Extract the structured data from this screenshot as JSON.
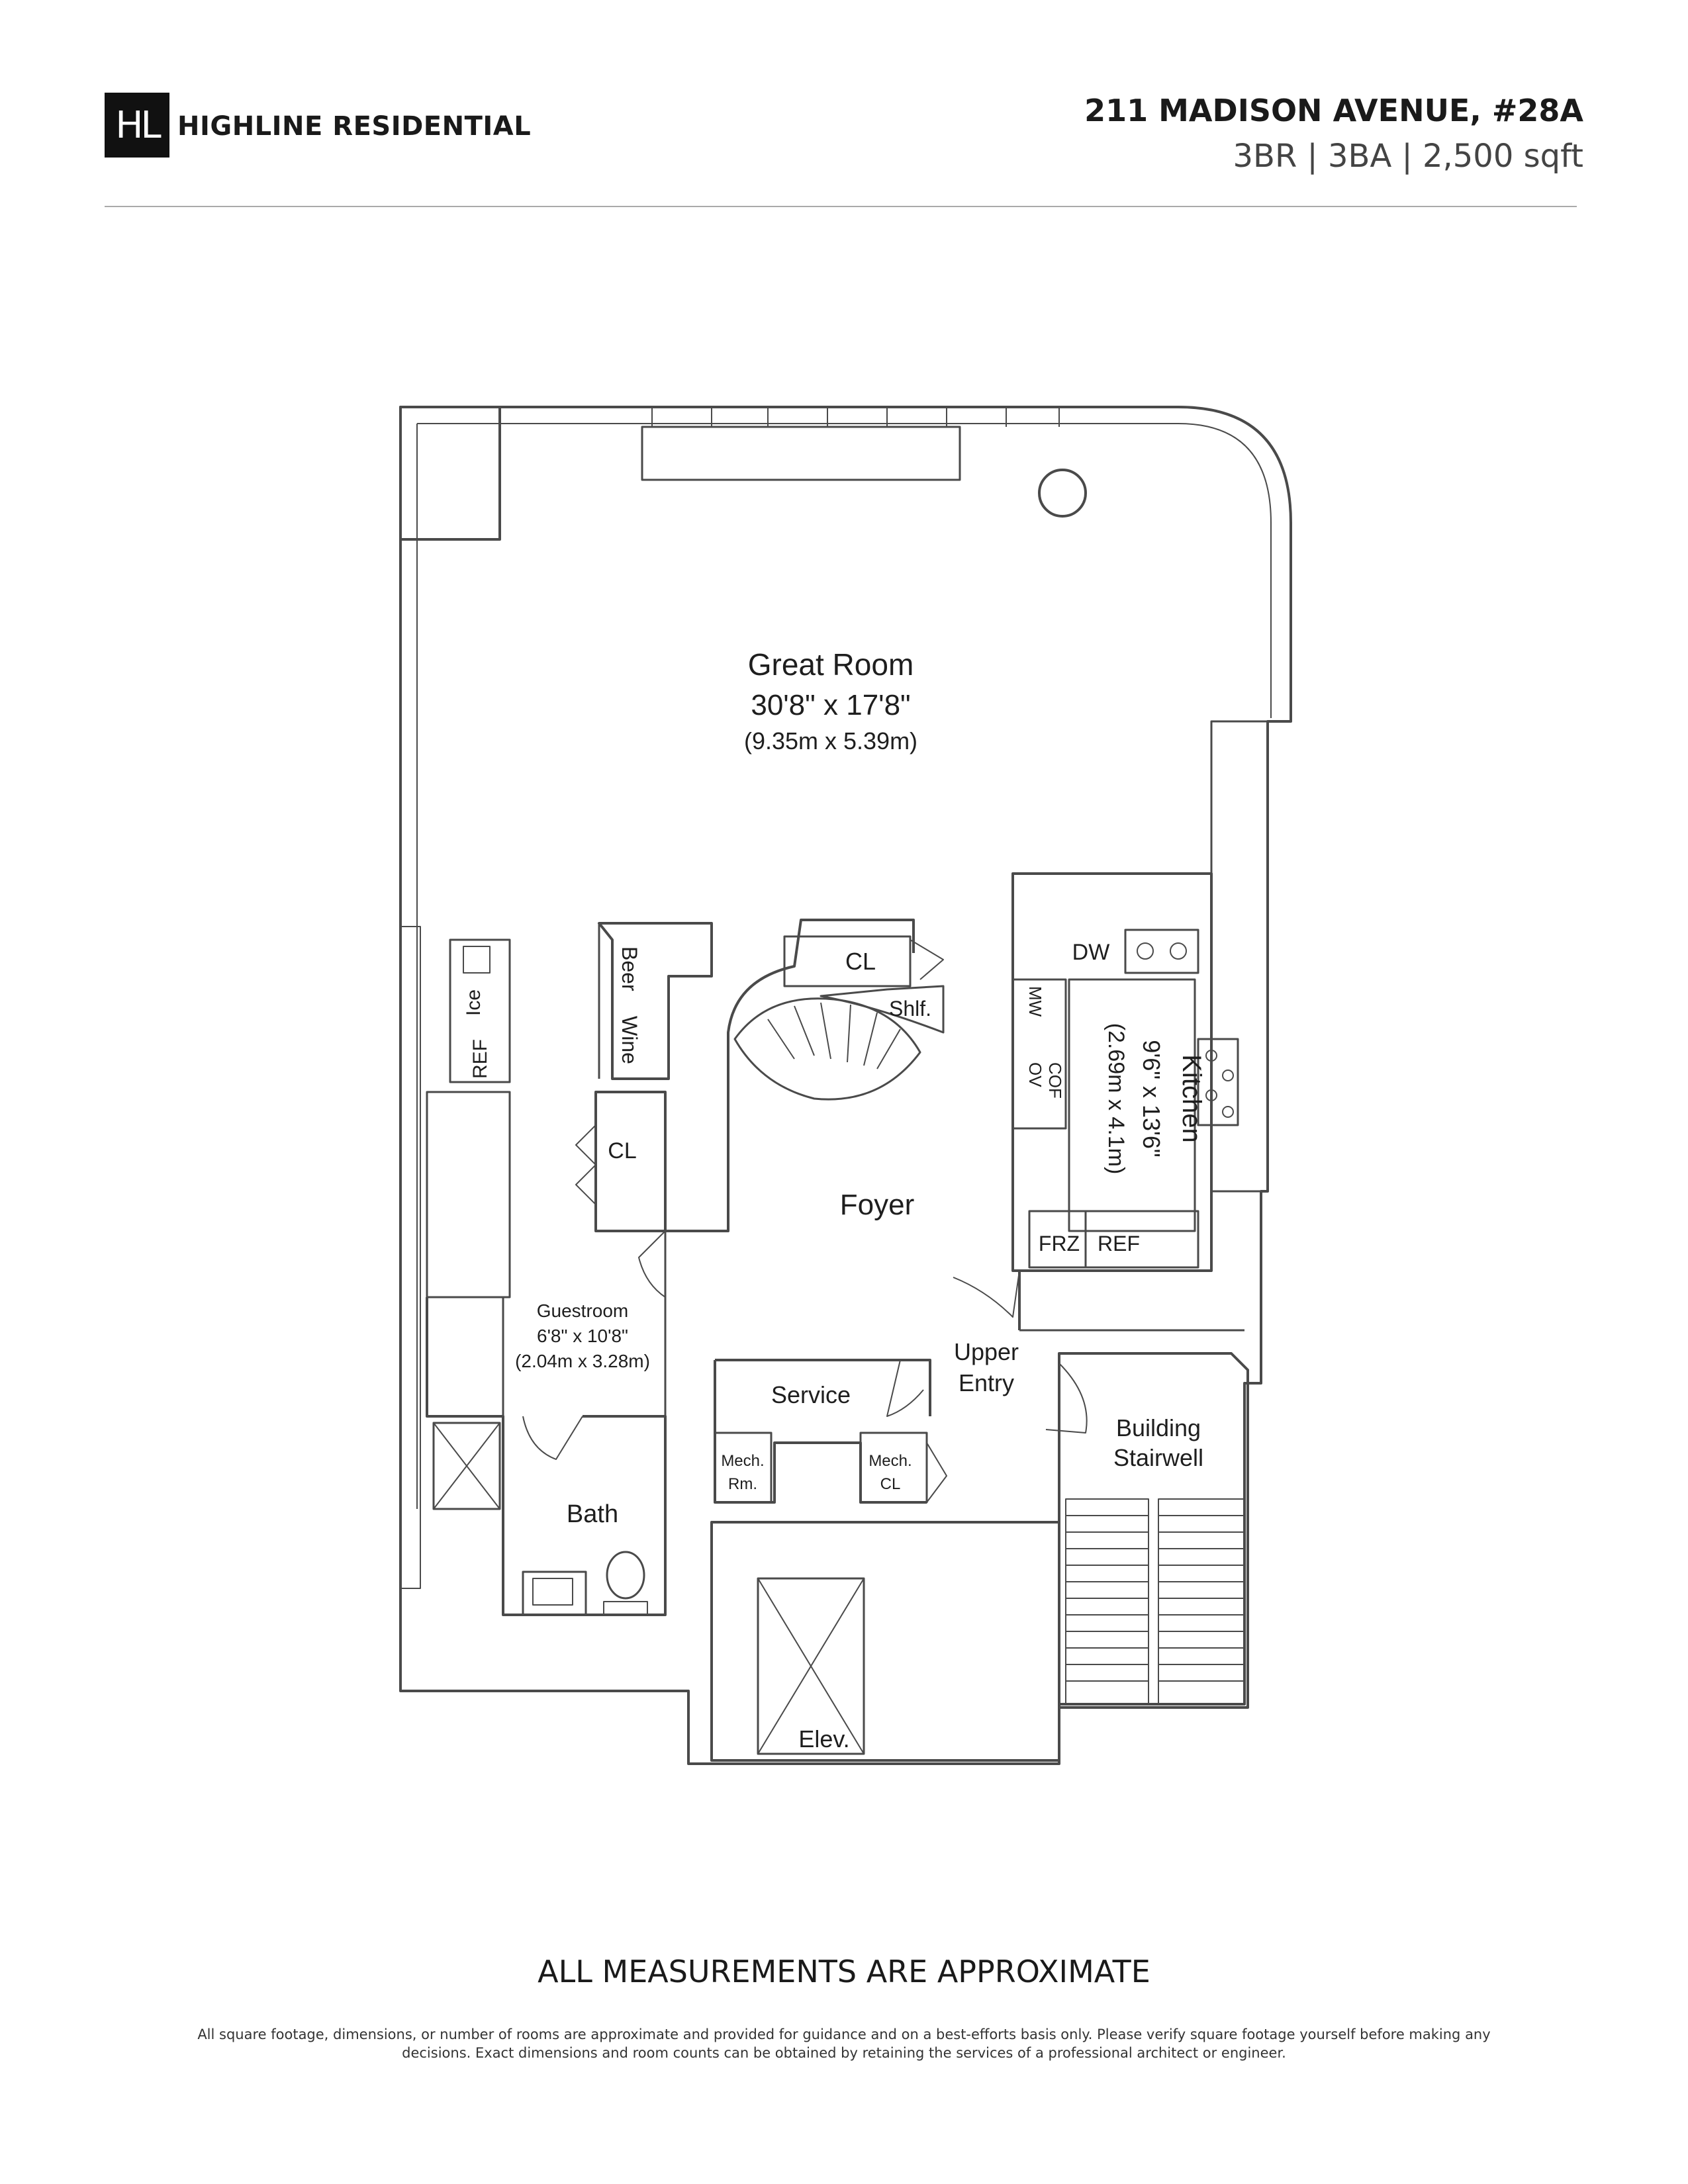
{
  "brand": {
    "logo_text": "HL",
    "name": "HIGHLINE RESIDENTIAL"
  },
  "listing": {
    "address": "211 MADISON AVENUE, #28A",
    "specs": "3BR | 3BA | 2,500 sqft"
  },
  "floorplan": {
    "great_room": {
      "name": "Great Room",
      "dim_imperial": "30'8\" x 17'8\"",
      "dim_metric": "(9.35m x 5.39m)"
    },
    "kitchen": {
      "name": "Kitchen",
      "dim_imperial": "9'6\" x 13'6\"",
      "dim_metric": "(2.69m x 4.1m)"
    },
    "guestroom": {
      "name": "Guestroom",
      "dim_imperial": "6'8\" x 10'8\"",
      "dim_metric": "(2.04m x 3.28m)"
    },
    "foyer": "Foyer",
    "bath": "Bath",
    "service": "Service",
    "upper_entry": [
      "Upper",
      "Entry"
    ],
    "stairwell": [
      "Building",
      "Stairwell"
    ],
    "elevator": "Elev.",
    "mech_room": [
      "Mech.",
      "Rm."
    ],
    "mech_closet": [
      "Mech.",
      "CL"
    ],
    "closet": "CL",
    "shelf": "Shlf.",
    "beer": "Beer",
    "wine": "Wine",
    "ice": "Ice",
    "ref": "REF",
    "frz": "FRZ",
    "dw": "DW",
    "mw": "MW",
    "ov": "OV",
    "cof": "COF"
  },
  "footer": {
    "note": "ALL MEASUREMENTS ARE APPROXIMATE",
    "disclaimer_1": "All square footage, dimensions, or number of rooms are approximate and provided for guidance and on a best-efforts basis only. Please verify square footage yourself before making any",
    "disclaimer_2": "decisions. Exact dimensions and room counts can be obtained by retaining the services of a professional architect or engineer."
  }
}
